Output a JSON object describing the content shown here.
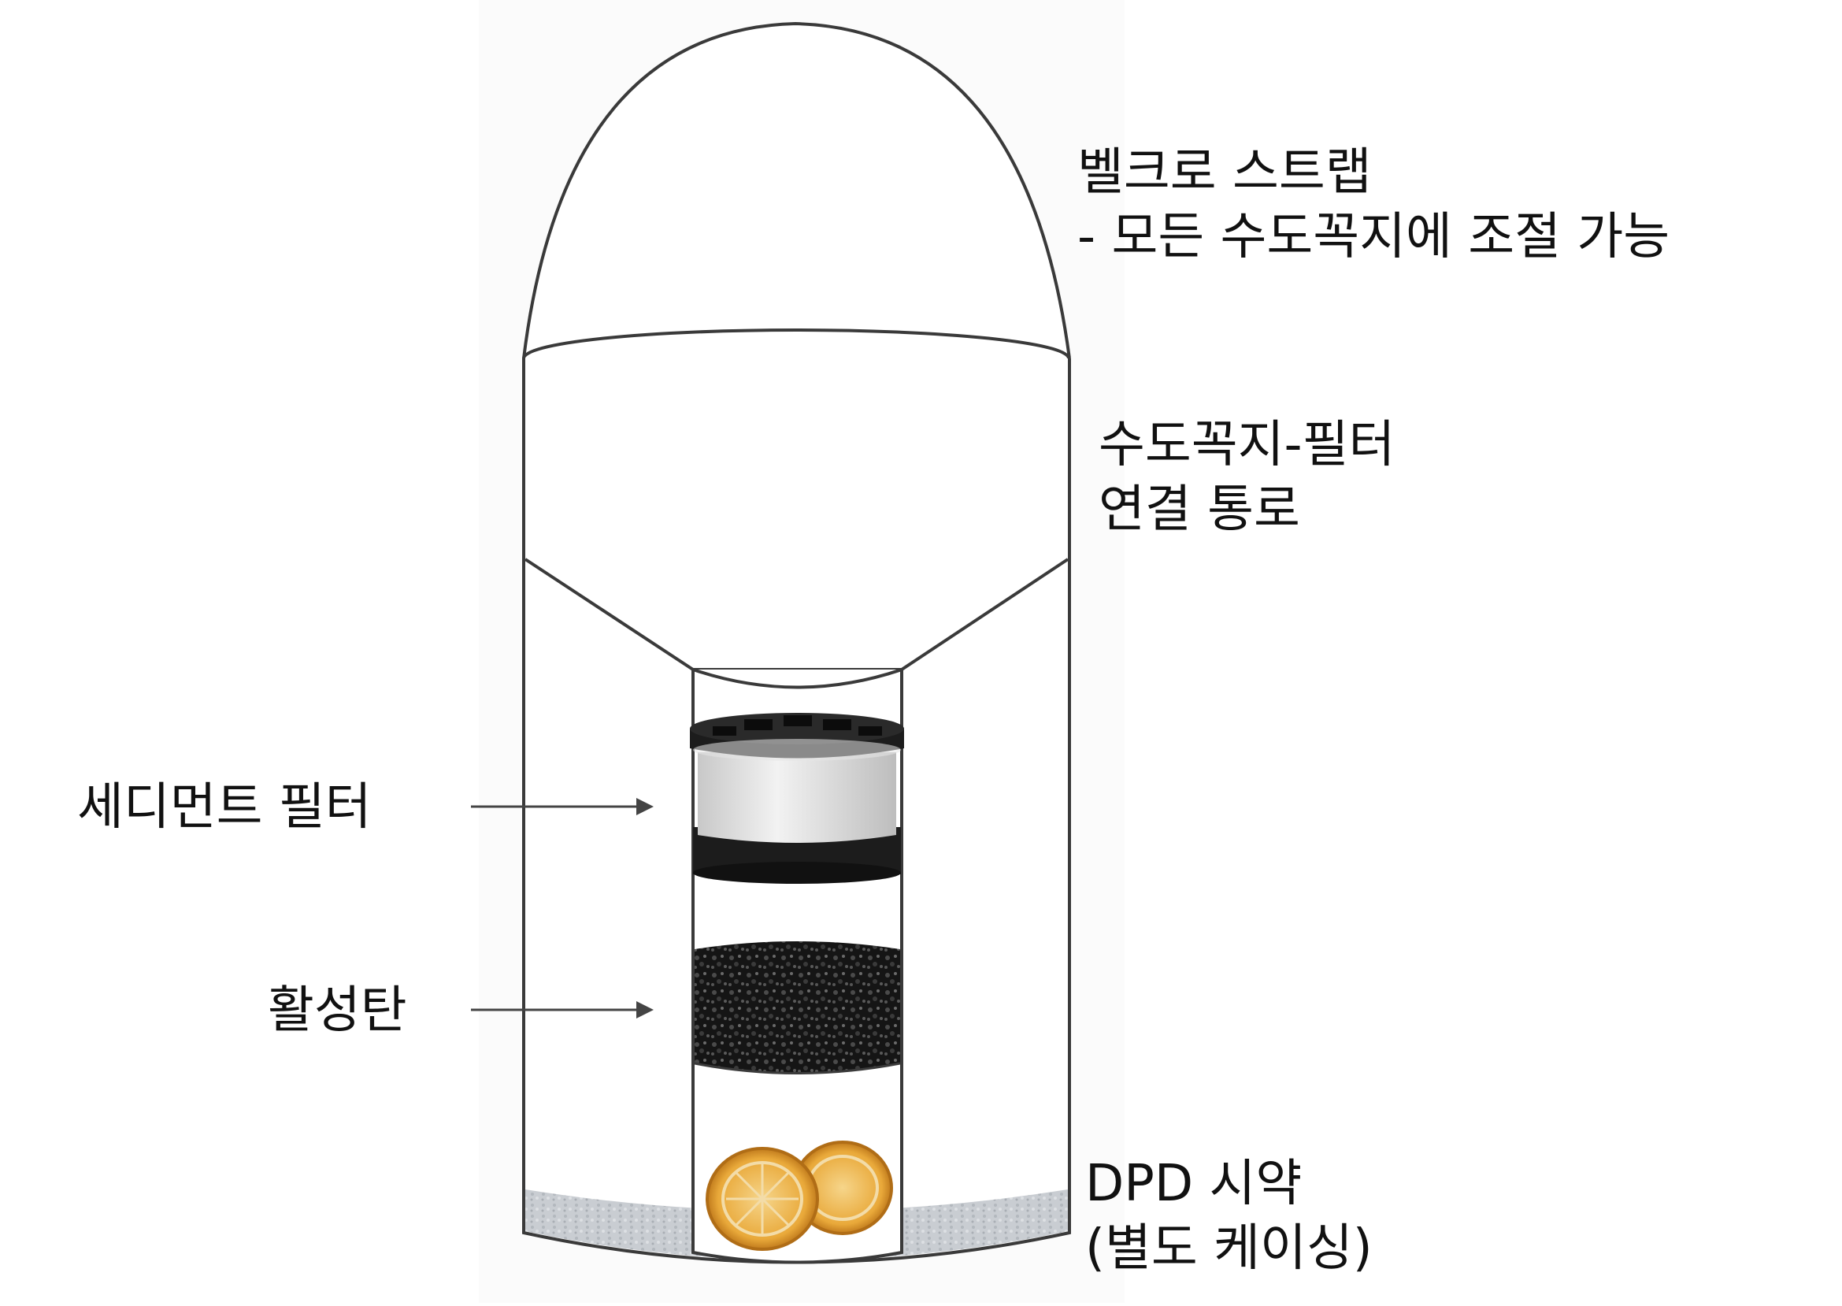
{
  "labels": {
    "velcro": {
      "line1": "벨크로 스트랩",
      "line2": "- 모든 수도꼭지에 조절 가능"
    },
    "channel": {
      "line1": "수도꼭지-필터",
      "line2": "연결 통로"
    },
    "sediment": "세디먼트 필터",
    "carbon": "활성탄",
    "dpd": {
      "line1": "DPD 시약",
      "line2": "(별도 케이싱)"
    }
  },
  "colors": {
    "outline": "#3a3a3a",
    "arrow": "#444444",
    "label_text": "#111111",
    "sediment_white": "#e8e8e8",
    "filter_black": "#1c1c1c",
    "carbon_black": "#151515",
    "lemon_yellow": "#e9a93a",
    "base_gray": "#c9cdd2"
  }
}
